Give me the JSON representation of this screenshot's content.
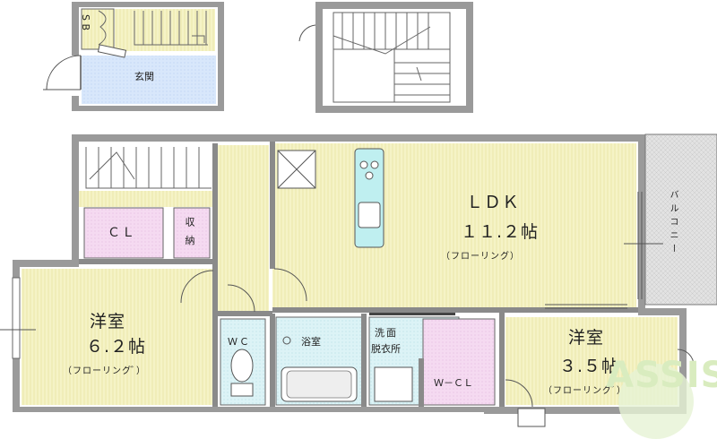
{
  "rooms": {
    "sb": "S\nB",
    "genkan": "玄関",
    "cl": "ＣＬ",
    "shuno": "収\n納",
    "ldk": "ＬＤＫ",
    "ldk_size": "１１.２帖",
    "ldk_floor": "（フローリング）",
    "balcony": "バルコニー",
    "yoshitsu1": "洋室",
    "yoshitsu1_size": "６.２帖",
    "yoshitsu1_floor": "（フローリングﾞ）",
    "wc": "ＷＣ",
    "yokushitsu": "浴室",
    "senmen1": "洗面",
    "senmen2": "脱衣所",
    "wcl": "Ｗ－ＣＬ",
    "yoshitsu2": "洋室",
    "yoshitsu2_size": "３.５帖",
    "yoshitsu2_floor": "（フローリングﾞ）"
  },
  "watermark": "ASSIST",
  "colors": {
    "wall": "#9a9a9a",
    "wall_dark": "#777777",
    "yellow": "#f4f2c2",
    "pink": "#f3d6ef",
    "blue": "#d6e6fb",
    "aqua": "#d8f3f6",
    "grey": "#d9d9d9",
    "kitchen": "#bfeff0",
    "watermark": "#c8e3a6"
  }
}
